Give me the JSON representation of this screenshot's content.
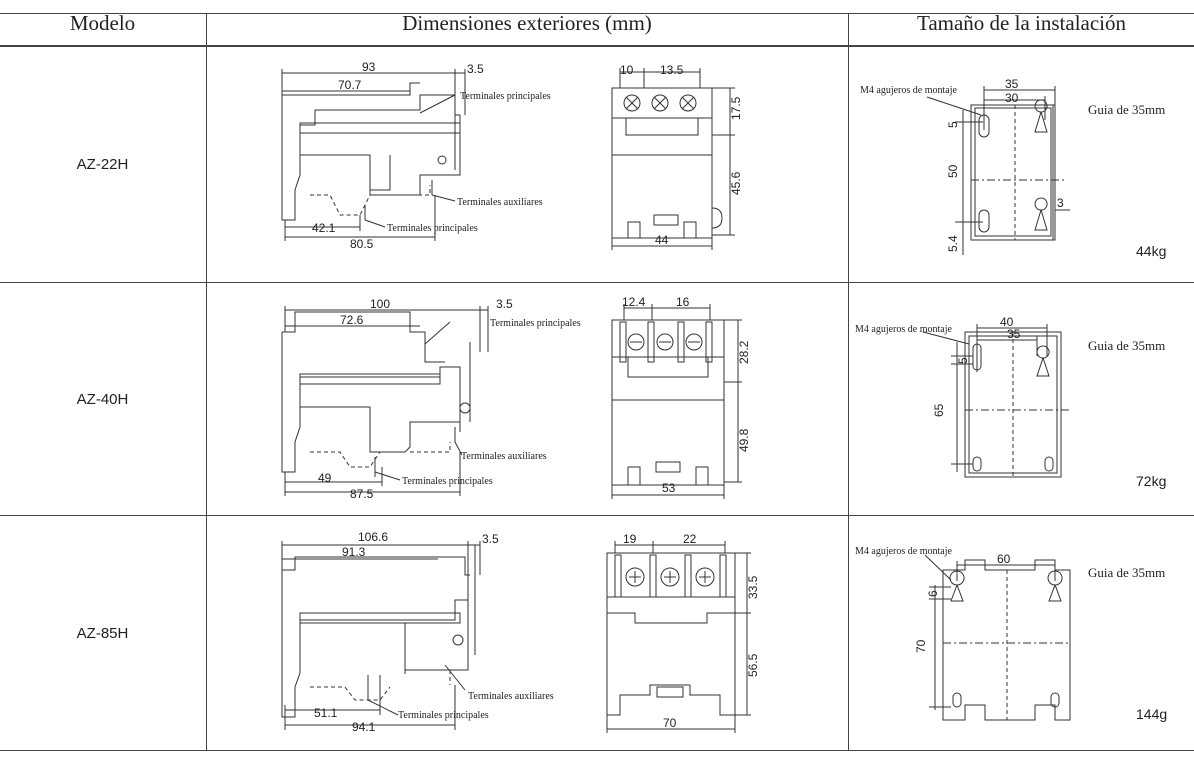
{
  "headers": {
    "model": "Modelo",
    "dimensions": "Dimensiones exteriores (mm)",
    "installation": "Tamaño de la instalación"
  },
  "rows": [
    {
      "model": "AZ-22H",
      "side": {
        "width_total": "93",
        "width_inner": "70.7",
        "offset": "3.5",
        "bottom_a": "42.1",
        "bottom_b": "80.5"
      },
      "front": {
        "pitch_a": "10",
        "pitch_b": "13.5",
        "height_top": "17.5",
        "height_bottom": "45.6",
        "width": "44"
      },
      "mount": {
        "width_outer": "35",
        "width_inner": "30",
        "v1": "5",
        "v2": "50",
        "v3": "5.4",
        "side": "3"
      },
      "weight": "44kg"
    },
    {
      "model": "AZ-40H",
      "side": {
        "width_total": "100",
        "width_inner": "72.6",
        "offset": "3.5",
        "bottom_a": "49",
        "bottom_b": "87.5"
      },
      "front": {
        "pitch_a": "12.4",
        "pitch_b": "16",
        "height_top": "28.2",
        "height_bottom": "49.8",
        "width": "53"
      },
      "mount": {
        "width_outer": "40",
        "width_inner": "35",
        "v1": "5",
        "v2": "65"
      },
      "weight": "72kg"
    },
    {
      "model": "AZ-85H",
      "side": {
        "width_total": "106.6",
        "width_inner": "91.3",
        "offset": "3.5",
        "bottom_a": "51.1",
        "bottom_b": "94.1"
      },
      "front": {
        "pitch_a": "19",
        "pitch_b": "22",
        "height_top": "33.5",
        "height_bottom": "56.5",
        "width": "70"
      },
      "mount": {
        "width_outer": "60",
        "v1": "6",
        "v2": "70"
      },
      "weight": "144g"
    }
  ],
  "labels": {
    "main_terminals": "Terminales principales",
    "aux_terminals": "Terminales auxiliares",
    "mount_holes": "M4 agujeros de montaje",
    "din_rail": "Guia de 35mm"
  }
}
